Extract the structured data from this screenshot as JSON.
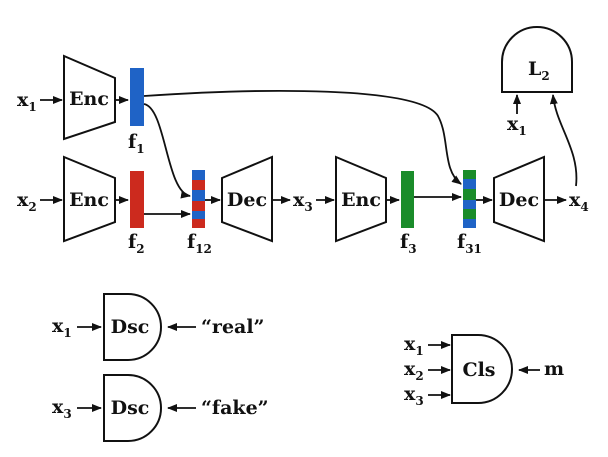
{
  "inputs": {
    "x1": {
      "base": "x",
      "sub": "1"
    },
    "x2": {
      "base": "x",
      "sub": "2"
    },
    "x3": {
      "base": "x",
      "sub": "3"
    },
    "x4": {
      "base": "x",
      "sub": "4"
    }
  },
  "features": {
    "f1": {
      "base": "f",
      "sub": "1"
    },
    "f2": {
      "base": "f",
      "sub": "2"
    },
    "f12": {
      "base": "f",
      "sub": "12"
    },
    "f3": {
      "base": "f",
      "sub": "3"
    },
    "f31": {
      "base": "f",
      "sub": "31"
    }
  },
  "blocks": {
    "encoder": "Enc",
    "decoder": "Dec",
    "discriminator": "Dsc",
    "classifier": "Cls",
    "loss": {
      "base": "L",
      "sub": "2"
    }
  },
  "targets": {
    "real": "“real”",
    "fake": "“fake”",
    "m": "m"
  },
  "colors": {
    "f1": "#1f63c6",
    "f2": "#cc2a1e",
    "f3": "#1a8c2a",
    "ink": "#111111"
  }
}
